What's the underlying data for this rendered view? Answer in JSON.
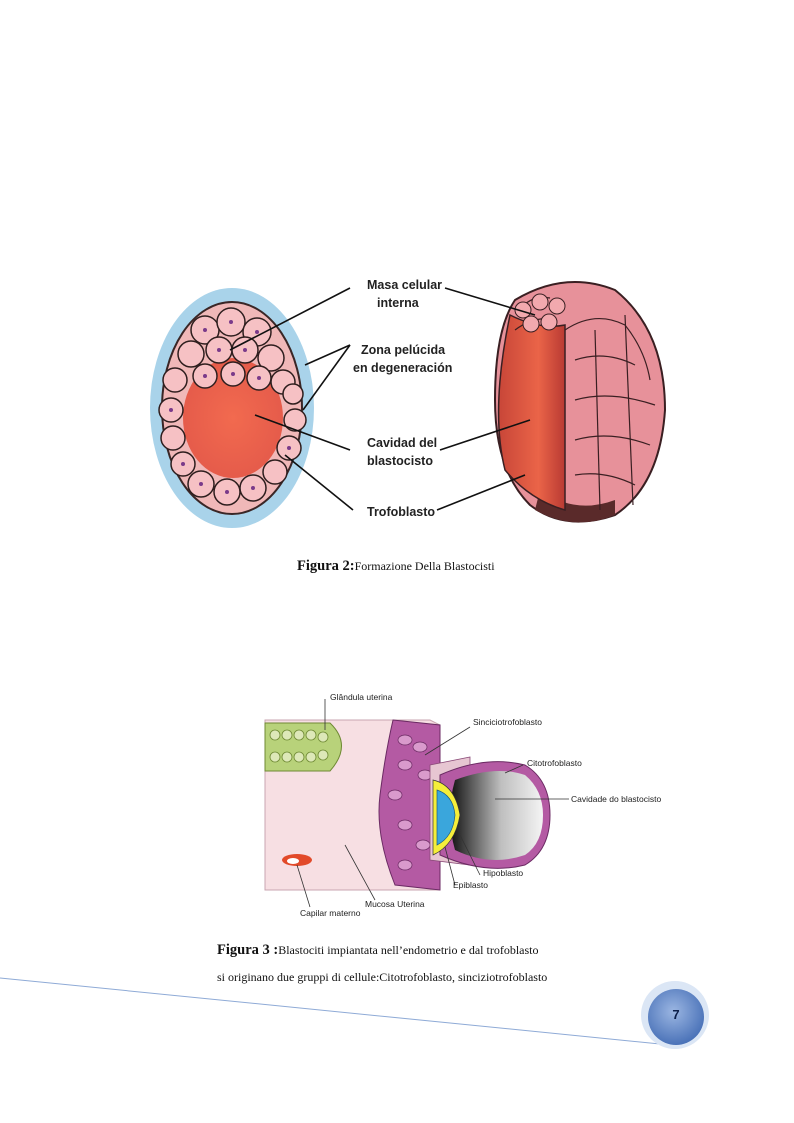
{
  "figure2": {
    "labels": {
      "masa_line1": "Masa celular",
      "masa_line2": "interna",
      "zona_line1": "Zona pelúcida",
      "zona_line2": "en degeneración",
      "cavidad_line1": "Cavidad del",
      "cavidad_line2": "blastocisto",
      "trofoblasto": "Trofoblasto"
    },
    "caption_bold": "Figura 2:",
    "caption_text": "Formazione Della Blastocisti"
  },
  "figure3": {
    "labels": {
      "glandula": "Glândula uterina",
      "sinciciotrofoblasto": "Sinciciotrofoblasto",
      "citotrofoblasto": "Citotrofoblasto",
      "cavidade": "Cavidade do blastocisto",
      "hipoblasto": "Hipoblasto",
      "epiblasto": "Epiblasto",
      "mucosa": "Mucosa Uterina",
      "capilar": "Capilar materno"
    },
    "caption_bold": "Figura 3 :",
    "caption_line1": "Blastociti impiantata nell’endometrio e dal trofoblasto",
    "caption_line2": "si originano due gruppi di cellule:Citotrofoblasto, sinciziotrofoblasto"
  },
  "page_number": "7"
}
